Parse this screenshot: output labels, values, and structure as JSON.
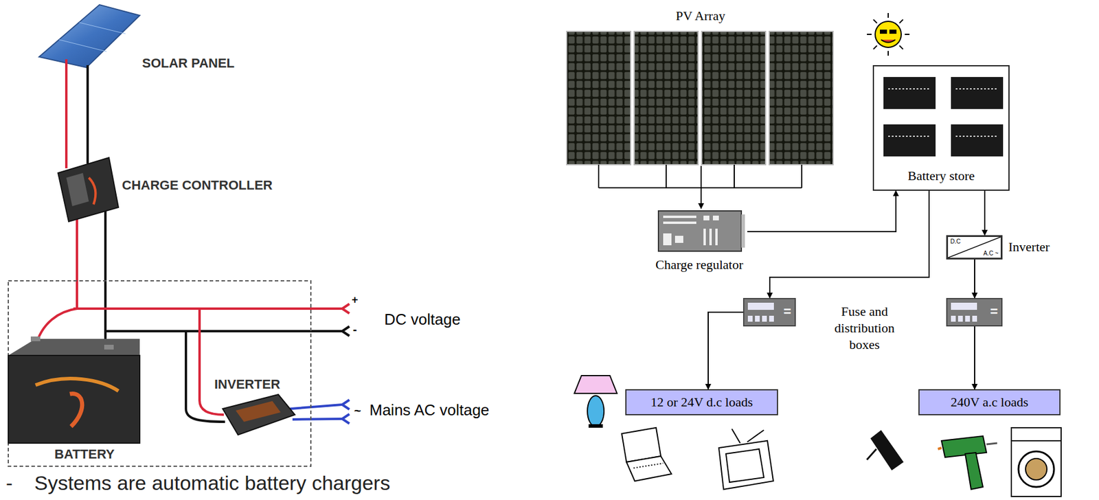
{
  "diagram": {
    "nodes": [
      {
        "text": [
          "PV Array"
        ]
      },
      {
        "text": [
          "Charge regulator"
        ]
      },
      {
        "text": [
          "Battery store"
        ]
      },
      {
        "text": [
          "D.C",
          "A.C ~",
          "Inverter"
        ]
      },
      {
        "text": [
          "="
        ]
      },
      {
        "text": [
          "="
        ]
      },
      {
        "text": [
          "12 or 24V d.c loads"
        ]
      },
      {
        "text": [
          "240V a.c loads"
        ]
      }
    ],
    "edges": [
      {
        "from": 0,
        "to": 1,
        "arrow": "to"
      },
      {
        "from": 1,
        "to": 2,
        "arrow": "to"
      },
      {
        "from": 2,
        "to": 4,
        "arrow": "to"
      },
      {
        "from": 2,
        "to": 3,
        "arrow": "to"
      },
      {
        "from": 3,
        "to": 5,
        "arrow": "to"
      },
      {
        "from": 4,
        "to": 6,
        "arrow": "to"
      },
      {
        "from": 5,
        "to": 7,
        "arrow": "to"
      }
    ],
    "labels": [
      "SOLAR PANEL",
      "CHARGE CONTROLLER",
      "BATTERY",
      "INVERTER",
      "+",
      "DC voltage",
      "-",
      "~",
      "Mains AC voltage",
      "-",
      "Systems are automatic battery chargers",
      "Fuse and distribution boxes"
    ]
  }
}
